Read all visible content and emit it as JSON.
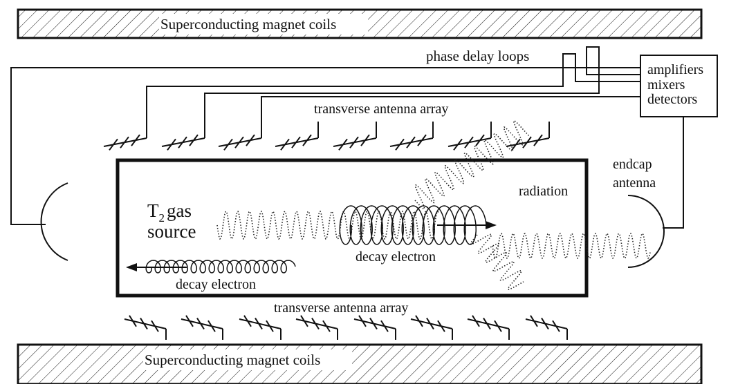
{
  "labels": {
    "magnet_top": "Superconducting magnet coils",
    "magnet_bottom": "Superconducting magnet coils",
    "phase_delay": "phase delay loops",
    "amplifiers": "amplifiers",
    "mixers": "mixers",
    "detectors": "detectors",
    "antenna_array_top": "transverse antenna array",
    "antenna_array_bottom": "transverse antenna array",
    "endcap_line1": "endcap",
    "endcap_line2": "antenna",
    "radiation": "radiation",
    "gas_T": "T",
    "gas_sub": "2",
    "gas_word": "gas",
    "source": "source",
    "decay_electron_center": "decay electron",
    "decay_electron_left": "decay electron"
  },
  "colors": {
    "ink": "#111111",
    "background": "#ffffff"
  }
}
